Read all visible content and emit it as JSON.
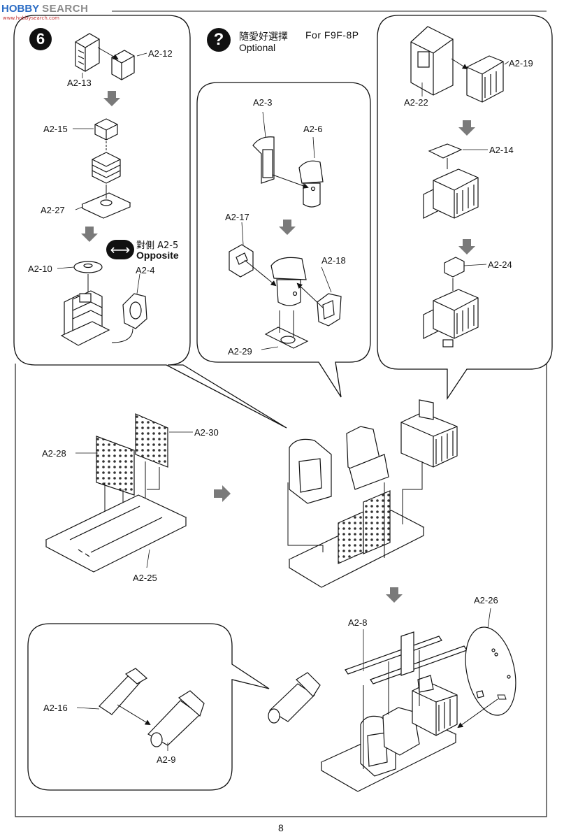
{
  "watermark": {
    "brand_a": "HOBBY",
    "brand_b": "SEARCH",
    "sub": "www.hobbysearch.com"
  },
  "step": {
    "number": "6"
  },
  "optional": {
    "chinese": "隨愛好選擇",
    "for_model": "For F9F-8P",
    "english": "Optional"
  },
  "opposite_note": {
    "chinese": "對側 A2-5",
    "english": "Opposite"
  },
  "parts": {
    "p12": "A2-12",
    "p13": "A2-13",
    "p15": "A2-15",
    "p27": "A2-27",
    "p10": "A2-10",
    "p4": "A2-4",
    "p3": "A2-3",
    "p6": "A2-6",
    "p17": "A2-17",
    "p18": "A2-18",
    "p29": "A2-29",
    "p19": "A2-19",
    "p22": "A2-22",
    "p14": "A2-14",
    "p24": "A2-24",
    "p28": "A2-28",
    "p30": "A2-30",
    "p25": "A2-25",
    "p26": "A2-26",
    "p8": "A2-8",
    "p16": "A2-16",
    "p9": "A2-9"
  },
  "page_number": "8",
  "colors": {
    "ink": "#111111",
    "line": "#1a1a1a",
    "arrow_gray": "#7a7a7a"
  }
}
